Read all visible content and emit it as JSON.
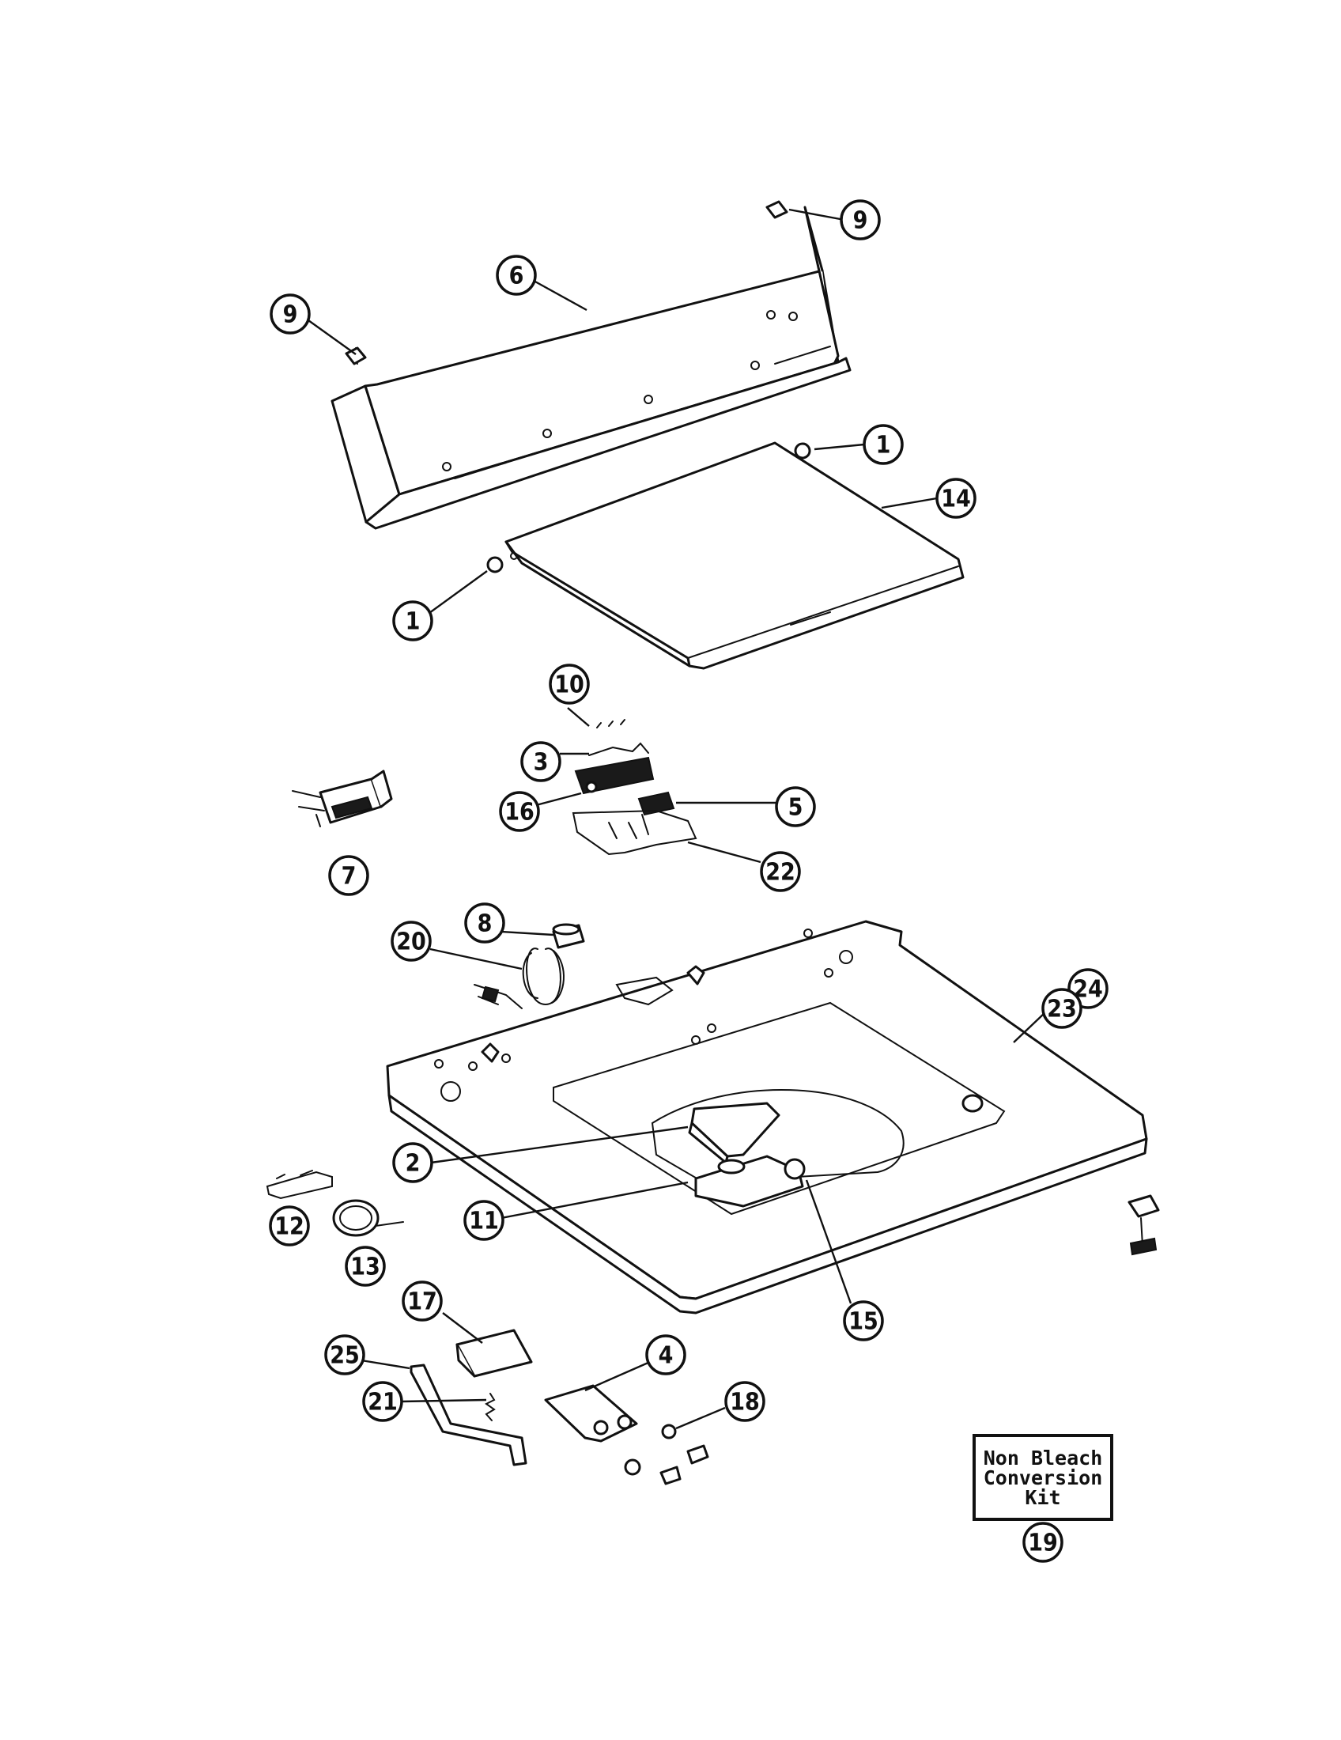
{
  "callouts": {
    "c9a": "9",
    "c9b": "9",
    "c6": "6",
    "c1a": "1",
    "c14": "14",
    "c1b": "1",
    "c10": "10",
    "c3": "3",
    "c16": "16",
    "c5": "5",
    "c22": "22",
    "c7": "7",
    "c8": "8",
    "c20": "20",
    "c24": "24",
    "c23": "23",
    "c2": "2",
    "c11": "11",
    "c12": "12",
    "c13": "13",
    "c15": "15",
    "c17": "17",
    "c4": "4",
    "c25": "25",
    "c21": "21",
    "c18": "18",
    "c19": "19"
  },
  "kit_label": {
    "line1": "Non Bleach",
    "line2": "Conversion",
    "line3": "Kit"
  }
}
